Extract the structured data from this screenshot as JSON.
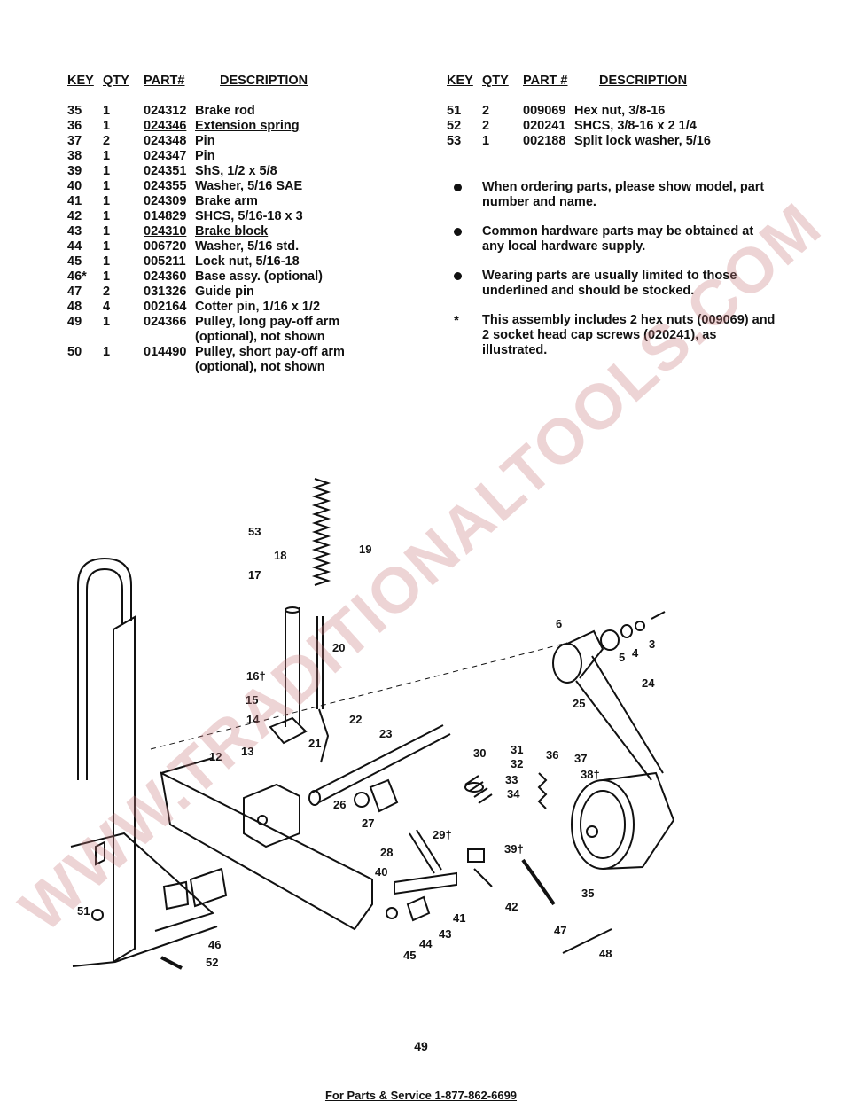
{
  "headers": {
    "key": "KEY",
    "qty": "QTY",
    "part_left": "PART#",
    "part_right": "PART #",
    "description": "DESCRIPTION"
  },
  "left_rows": [
    {
      "key": "35",
      "qty": "1",
      "part": "024312",
      "desc": "Brake rod"
    },
    {
      "key": "36",
      "qty": "1",
      "part": "024346",
      "desc": "Extension spring"
    },
    {
      "key": "37",
      "qty": "2",
      "part": "024348",
      "desc": "Pin"
    },
    {
      "key": "38",
      "qty": "1",
      "part": "024347",
      "desc": "Pin"
    },
    {
      "key": "39",
      "qty": "1",
      "part": "024351",
      "desc": "ShS, 1/2 x 5/8"
    },
    {
      "key": "40",
      "qty": "1",
      "part": "024355",
      "desc": "Washer, 5/16 SAE"
    },
    {
      "key": "41",
      "qty": "1",
      "part": "024309",
      "desc": "Brake arm"
    },
    {
      "key": "42",
      "qty": "1",
      "part": "014829",
      "desc": "SHCS, 5/16-18 x 3"
    },
    {
      "key": "43",
      "qty": "1",
      "part": "024310",
      "desc": "Brake block"
    },
    {
      "key": "44",
      "qty": "1",
      "part": "006720",
      "desc": "Washer, 5/16 std."
    },
    {
      "key": "45",
      "qty": "1",
      "part": "005211",
      "desc": "Lock nut, 5/16-18"
    },
    {
      "key": "46*",
      "qty": "1",
      "part": "024360",
      "desc": "Base assy. (optional)"
    },
    {
      "key": "47",
      "qty": "2",
      "part": "031326",
      "desc": "Guide pin"
    },
    {
      "key": "48",
      "qty": "4",
      "part": "002164",
      "desc": "Cotter pin, 1/16 x 1/2"
    },
    {
      "key": "49",
      "qty": "1",
      "part": "024366",
      "desc": "Pulley, long pay-off arm",
      "desc2": "(optional), not shown"
    },
    {
      "key": "50",
      "qty": "1",
      "part": "014490",
      "desc": "Pulley, short pay-off arm",
      "desc2": "(optional), not shown"
    }
  ],
  "right_rows": [
    {
      "key": "51",
      "qty": "2",
      "part": "009069",
      "desc": "Hex nut, 3/8-16"
    },
    {
      "key": "52",
      "qty": "2",
      "part": "020241",
      "desc": "SHCS, 3/8-16 x 2 1/4"
    },
    {
      "key": "53",
      "qty": "1",
      "part": "002188",
      "desc": "Split lock washer, 5/16"
    }
  ],
  "notes": [
    {
      "marker": "",
      "line1": "When ordering parts, please show model, part",
      "line2": "number and name."
    },
    {
      "marker": "",
      "line1": "Common hardware parts may be obtained at",
      "line2": "any local hardware supply."
    },
    {
      "marker": "",
      "line1": "Wearing parts are usually limited to those",
      "line2": "underlined and should be stocked."
    },
    {
      "marker": "*",
      "line1": "This assembly includes 2 hex nuts (009069) and",
      "line2": "2 socket head cap screws (020241), as",
      "line3": "illustrated."
    }
  ],
  "callouts": [
    "53",
    "18",
    "17",
    "19",
    "20",
    "16†",
    "15",
    "14",
    "22",
    "21",
    "13",
    "12",
    "23",
    "6",
    "5",
    "4",
    "3",
    "24",
    "25",
    "30",
    "31",
    "32",
    "33",
    "34",
    "36",
    "37",
    "38†",
    "26",
    "27",
    "29†",
    "28",
    "39†",
    "40",
    "41",
    "42",
    "35",
    "43",
    "44",
    "45",
    "46",
    "51",
    "52",
    "47",
    "48"
  ],
  "watermark": "WWW.TRADITIONALTOOLS.COM",
  "page_number": "49",
  "footer": "For Parts & Service 1-877-862-6699",
  "colors": {
    "text": "#111111",
    "watermark": "#c8787d"
  }
}
